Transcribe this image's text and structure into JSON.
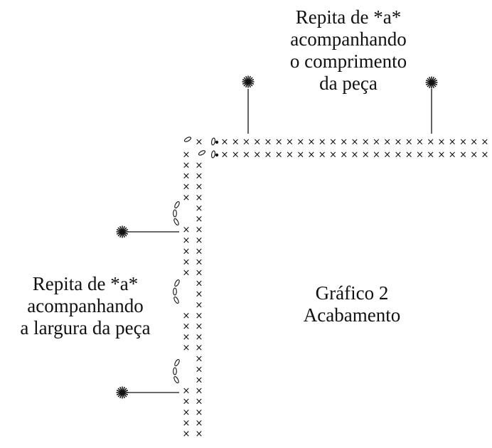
{
  "labels": {
    "length_repeat": [
      "Repita de *a*",
      "acompanhando",
      "o comprimento",
      "da peça"
    ],
    "width_repeat": [
      "Repita de *a*",
      "acompanhando",
      "a largura da peça"
    ],
    "title": [
      "Gráfico 2",
      "Acabamento"
    ]
  },
  "symbols": {
    "single_crochet": "×",
    "chain": "ellipse",
    "slip_stitch": "dot",
    "repeat_marker": "asterisk"
  },
  "colors": {
    "ink": "#111111",
    "background": "#ffffff"
  }
}
